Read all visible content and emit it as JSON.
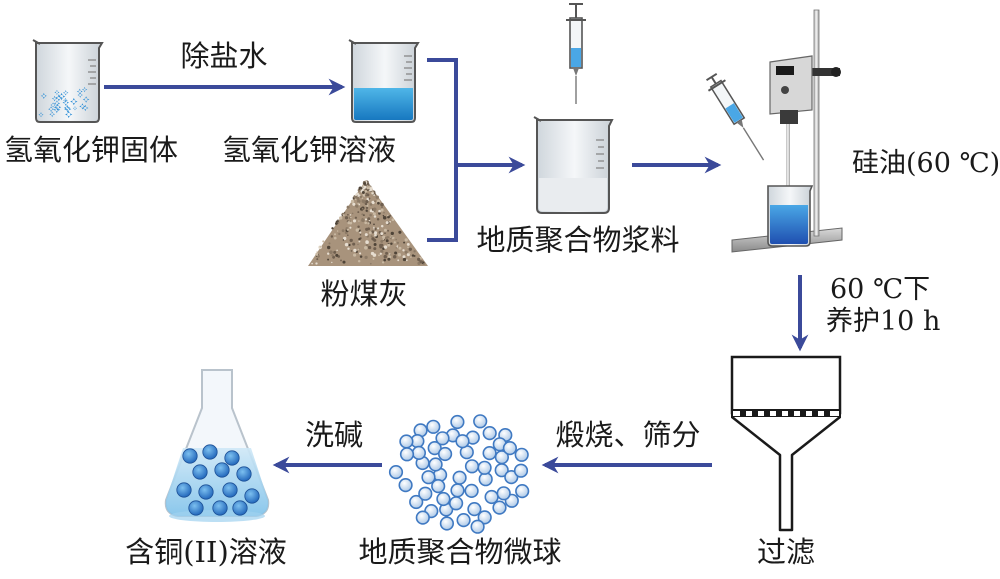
{
  "labels": {
    "koh_solid": "氢氧化钾固体",
    "desalted_water": "除盐水",
    "koh_solution": "氢氧化钾溶液",
    "fly_ash": "粉煤灰",
    "geopolymer_slurry": "地质聚合物浆料",
    "silicone_oil": "硅油(60 ℃)",
    "curing_line1": "60 ℃下",
    "curing_line2": "养护10 h",
    "filtration": "过滤",
    "calcination": "煅烧、筛分",
    "geopolymer_microspheres": "地质聚合物微球",
    "alkali_washing": "洗碱",
    "copper_solution": "含铜(II)溶液"
  },
  "colors": {
    "arrow": "#3b4a9a",
    "liquid_blue": "#1e8fd0",
    "ball_fill": "#d6e6f5",
    "ball_stroke": "#3f79c2"
  }
}
